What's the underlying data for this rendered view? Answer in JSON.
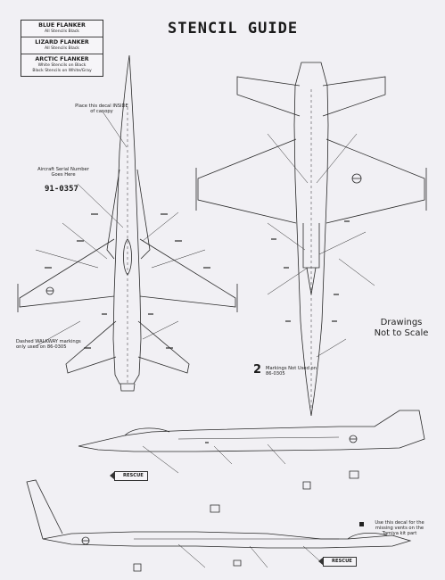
{
  "title": "STENCIL GUIDE",
  "legend": [
    {
      "name": "BLUE FLANKER",
      "desc": [
        "All Stencils Black"
      ]
    },
    {
      "name": "LIZARD FLANKER",
      "desc": [
        "All Stencils Black"
      ]
    },
    {
      "name": "ARCTIC FLANKER",
      "desc": [
        "White Stencils on Black",
        "Black Stencils on White/Gray"
      ]
    }
  ],
  "notes": {
    "scale": "Drawings Not to Scale",
    "canopy": "Place this decal INSIDE of canopy",
    "serial_label": "Aircraft Serial Number Goes Here",
    "serial": "91-0357",
    "walkway": "Dashed WALKWAY markings only used on 86-0305",
    "unused_number": "2",
    "unused": "Markings Not Used on 86-0305",
    "vents": "Use this decal for the missing vents on the Tamiya kit part",
    "rescue": "RESCUE"
  }
}
